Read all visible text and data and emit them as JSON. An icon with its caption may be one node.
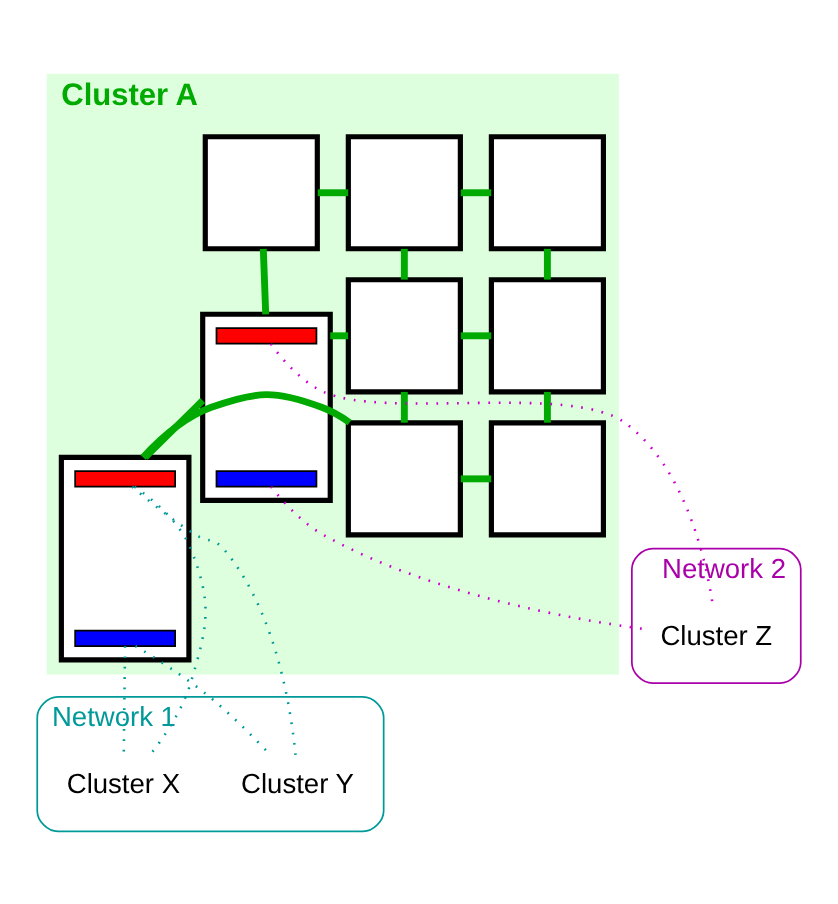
{
  "diagram": {
    "nodes": [
      {
        "text": [
          "Cluster A"
        ]
      },
      {
        "text": [],
        "shape": "box",
        "in": 0
      },
      {
        "text": [],
        "shape": "box",
        "in": 0
      },
      {
        "text": [],
        "shape": "box",
        "in": 0
      },
      {
        "text": [],
        "shape": "box",
        "in": 0
      },
      {
        "text": [],
        "shape": "box",
        "in": 0
      },
      {
        "text": [],
        "shape": "box",
        "in": 0
      },
      {
        "text": [],
        "shape": "box",
        "in": 0
      },
      {
        "text": [],
        "shape": "box",
        "in": 0
      },
      {
        "text": [],
        "shape": "box",
        "in": 0
      },
      {
        "text": [],
        "shape": "bar",
        "in": 6
      },
      {
        "text": [],
        "shape": "bar",
        "in": 6
      },
      {
        "text": [],
        "shape": "bar",
        "in": 9
      },
      {
        "text": [],
        "shape": "bar",
        "in": 9
      },
      {
        "text": [
          "Network 2"
        ]
      },
      {
        "text": [
          "Cluster Z"
        ],
        "in": 14
      },
      {
        "text": [
          "Network 1"
        ]
      },
      {
        "text": [
          "Cluster X"
        ],
        "in": 16
      },
      {
        "text": [
          "Cluster Y"
        ],
        "in": 16
      }
    ],
    "edges": [
      {
        "from": 1,
        "to": 2,
        "arrow": "none"
      },
      {
        "from": 2,
        "to": 3,
        "arrow": "none"
      },
      {
        "from": 1,
        "to": 4,
        "arrow": "none"
      },
      {
        "from": 2,
        "to": 5,
        "arrow": "none"
      },
      {
        "from": 3,
        "to": 6,
        "arrow": "none"
      },
      {
        "from": 4,
        "to": 5,
        "arrow": "none"
      },
      {
        "from": 5,
        "to": 6,
        "arrow": "none"
      },
      {
        "from": 4,
        "to": 7,
        "arrow": "none"
      },
      {
        "from": 5,
        "to": 8,
        "arrow": "none"
      },
      {
        "from": 6,
        "to": 9,
        "arrow": "none"
      },
      {
        "from": 7,
        "to": 8,
        "arrow": "none"
      },
      {
        "from": 8,
        "to": 9,
        "arrow": "none"
      },
      {
        "from": 10,
        "to": 15,
        "arrow": "none",
        "style": "dashed",
        "color": "#cc00cc"
      },
      {
        "from": 11,
        "to": 15,
        "arrow": "none",
        "style": "dashed",
        "color": "#cc00cc"
      },
      {
        "from": 12,
        "to": 17,
        "arrow": "none",
        "style": "dashed",
        "color": "#009999"
      },
      {
        "from": 13,
        "to": 17,
        "arrow": "none",
        "style": "dashed",
        "color": "#009999"
      },
      {
        "from": 12,
        "to": 18,
        "arrow": "none",
        "style": "dashed",
        "color": "#009999"
      },
      {
        "from": 13,
        "to": 18,
        "arrow": "none",
        "style": "dashed",
        "color": "#009999"
      }
    ]
  }
}
